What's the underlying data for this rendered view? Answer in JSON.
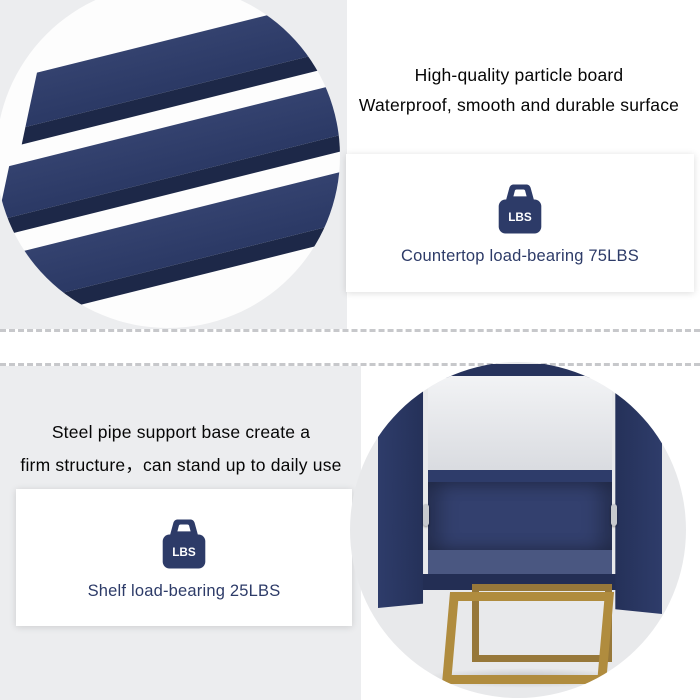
{
  "sections": {
    "top": {
      "heading_line1": "High-quality particle board",
      "heading_line2": "Waterproof, smooth and durable surface",
      "card": {
        "icon": "weight-lbs-icon",
        "icon_label": "LBS",
        "text": "Countertop load-bearing 75LBS"
      }
    },
    "bottom": {
      "heading_line1": "Steel pipe support base create a",
      "heading_line2": "firm structure，can stand up to daily use",
      "card": {
        "icon": "weight-lbs-icon",
        "icon_label": "LBS",
        "text": "Shelf load-bearing 25LBS"
      }
    }
  },
  "colors": {
    "navy": "#2d3b68",
    "gold": "#b08c3e",
    "background_gray": "#ecedef",
    "card_text_navy": "#2d3b68",
    "heading_text": "#060606"
  }
}
